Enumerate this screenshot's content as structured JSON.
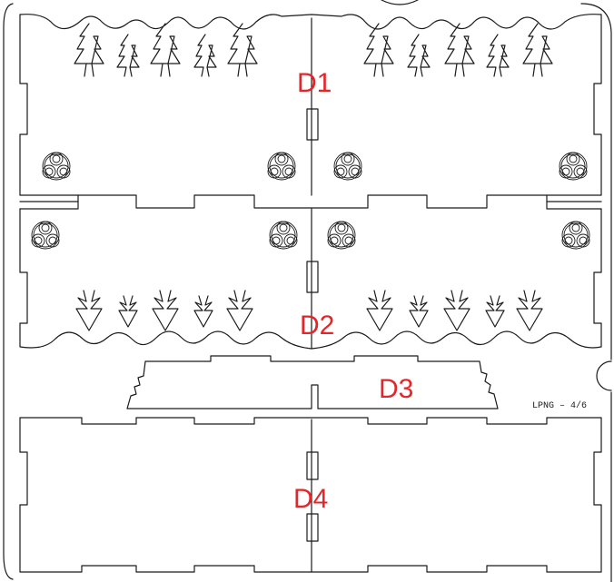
{
  "sheet": {
    "part_labels": [
      "D1",
      "D2",
      "D3",
      "D4"
    ],
    "sheet_ref": "LPNG  –  4/6",
    "colors": {
      "outline": "#1a1a1a",
      "label": "#e3262b",
      "background": "#ffffff"
    },
    "motifs": [
      "tree-icon",
      "triskelion-icon"
    ]
  }
}
